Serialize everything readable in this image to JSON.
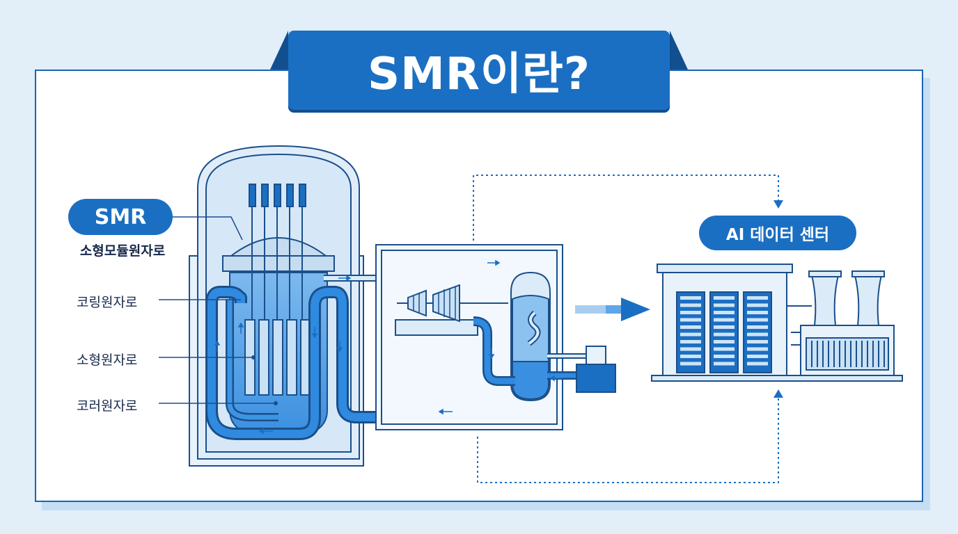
{
  "title": "SMR이란?",
  "smr_badge": {
    "label": "SMR",
    "sublabel": "소형모듈원자로"
  },
  "labels": {
    "label1": "코링원자로",
    "label2": "소형원자로",
    "label3": "코러원자로"
  },
  "ai_badge": {
    "label": "AI 데이터 센터"
  },
  "colors": {
    "primary": "#1b6fc2",
    "dark_outline": "#1a4f8a",
    "light_fill": "#dcebf8",
    "water": "#3a93e0",
    "background": "#e2eff9"
  }
}
